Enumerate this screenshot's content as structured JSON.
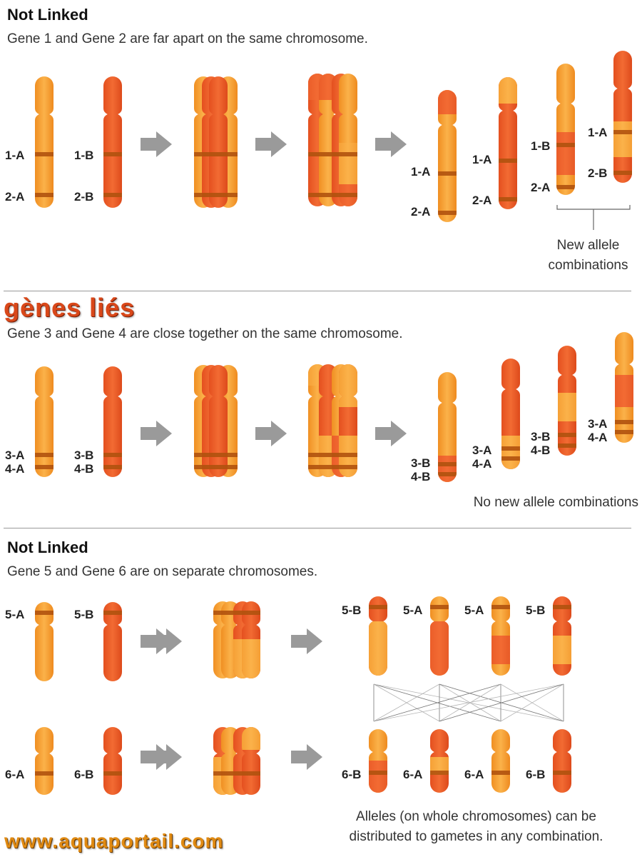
{
  "section1": {
    "title": "Not Linked",
    "subtitle": "Gene 1 and Gene 2 are far apart on the same chromosome.",
    "labels": [
      "1-A",
      "2-A",
      "1-B",
      "2-B",
      "1-A",
      "2-A",
      "1-A",
      "2-A",
      "1-B",
      "2-A",
      "1-A",
      "2-B"
    ],
    "note_line1": "New allele",
    "note_line2": "combinations"
  },
  "section2": {
    "title": "gènes liés",
    "subtitle": "Gene 3 and Gene 4 are close together on the same chromosome.",
    "labels": [
      "3-A",
      "4-A",
      "3-B",
      "4-B",
      "3-B",
      "4-B",
      "3-A",
      "4-A",
      "3-B",
      "4-B",
      "3-A",
      "4-A"
    ],
    "note": "No new allele combinations"
  },
  "section3": {
    "title": "Not Linked",
    "subtitle": "Gene 5 and Gene 6 are on separate chromosomes.",
    "labels_top": [
      "5-A",
      "5-B",
      "5-B",
      "5-A",
      "5-A",
      "5-B"
    ],
    "labels_bottom": [
      "6-A",
      "6-B",
      "6-B",
      "6-A",
      "6-A",
      "6-B"
    ],
    "note_line1": "Alleles (on whole chromosomes) can be",
    "note_line2": "distributed to gametes in any combination."
  },
  "footer": {
    "site": "www.aquaportail.com"
  },
  "colors": {
    "light_orange": "#f7a336",
    "dark_orange": "#ee5f2a",
    "band": "#b0520e",
    "arrow": "#9a9a9a"
  }
}
